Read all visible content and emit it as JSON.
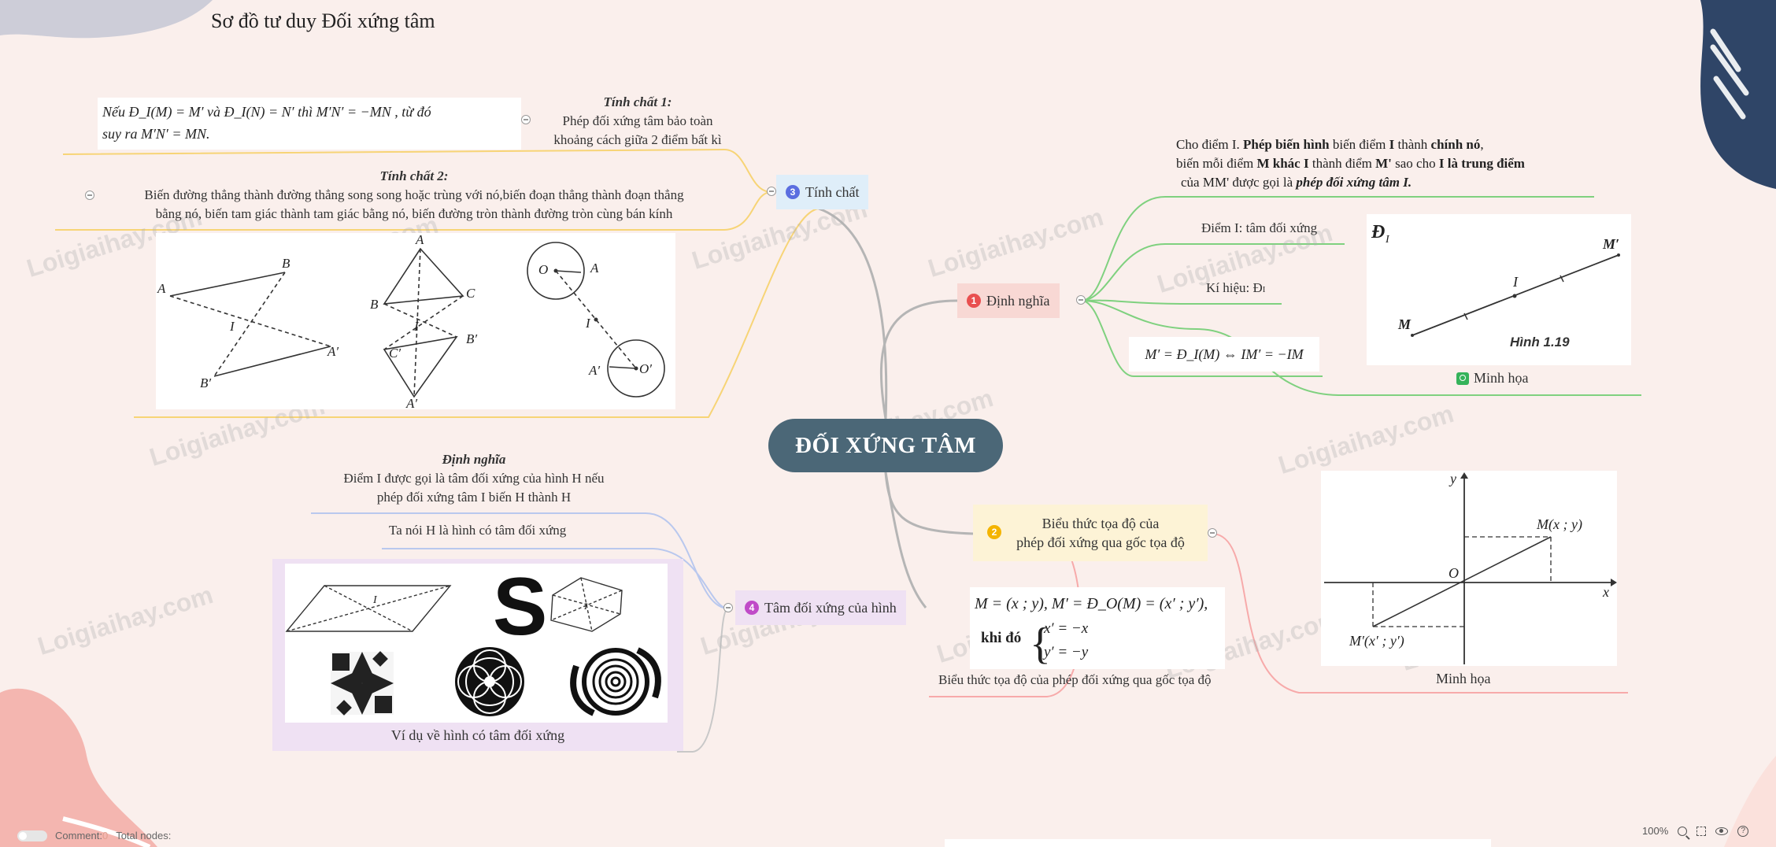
{
  "title": "Sơ đồ tư duy Đối xứng tâm",
  "central": "ĐỐI XỨNG TÂM",
  "watermark": "Loigiaihay.com",
  "colors": {
    "central": "#4b6777",
    "branch1": "#6bc76b",
    "branch2": "#f5a3a3",
    "branch3": "#f7cf6a",
    "branch4": "#b7c8f0",
    "badge1": "#e94f4f",
    "badge2": "#f4b400",
    "badge3": "#5b6ee0",
    "badge4": "#c04bc8"
  },
  "b1": {
    "num": "1",
    "label": "Định nghĩa",
    "def_l1_a": "Cho điểm I. ",
    "def_l1_b": "Phép biến hình",
    "def_l1_c": " biến điểm ",
    "def_l1_d": "I",
    "def_l1_e": " thành ",
    "def_l1_f": "chính nó",
    "def_l1_g": ",",
    "def_l2_a": "biến mỗi điểm ",
    "def_l2_b": "M khác I",
    "def_l2_c": " thành điểm ",
    "def_l2_d": "M'",
    "def_l2_e": " sao cho ",
    "def_l2_f": "I là trung điểm",
    "def_l3_a": "của MM' được gọi là ",
    "def_l3_b": "phép đối xứng tâm I.",
    "center_note": "Điểm I: tâm đối xứng",
    "notation": "Kí hiệu: Đ",
    "notation_sub": "I",
    "formula": "M′ = Đ_I(M) ⇔ IM′ = −IM",
    "illus_label": "Minh họa",
    "illus_caption": "Hình 1.19",
    "illus_pts": {
      "D": "Đ",
      "Dsub": "I",
      "M": "M",
      "I": "I",
      "Mp": "M′"
    }
  },
  "b2": {
    "num": "2",
    "label_l1": "Biểu thức tọa độ của",
    "label_l2": "phép đối xứng qua gốc tọa độ",
    "formula_l1": "M = (x ; y),  M′ = Đ_O(M) = (x′ ; y′),",
    "formula_khi": "khi đó",
    "formula_x": "x′ = −x",
    "formula_y": "y′ = −y",
    "formula_caption": "Biểu thức tọa độ của phép đối xứng qua gốc tọa độ",
    "illus_label": "Minh họa",
    "axes": {
      "x": "x",
      "y": "y",
      "O": "O",
      "M": "M(x ; y)",
      "Mp": "M′(x′ ; y′)"
    }
  },
  "b3": {
    "num": "3",
    "label": "Tính chất",
    "p1_title": "Tính chất 1:",
    "p1_l1": "Phép đối xứng tâm bảo toàn",
    "p1_l2": "khoảng cách giữa 2 điểm bất kì",
    "p1_formula_l1": "Nếu  Đ_I(M) = M′  và  Đ_I(N) = N′  thì  M′N′ = −MN , từ đó",
    "p1_formula_l2": "suy ra M′N′ = MN.",
    "p2_title": "Tính chất 2:",
    "p2_l1": "Biến đường thẳng thành đường thẳng song song hoặc trùng với nó,biến đoạn thẳng thành đoạn thẳng",
    "p2_l2": "bằng nó, biến tam giác thành tam giác bằng nó, biến đường tròn thành đường tròn cùng bán kính",
    "fig": {
      "A": "A",
      "B": "B",
      "C": "C",
      "I": "I",
      "Ap": "A′",
      "Bp": "B′",
      "Cp": "C′",
      "O": "O",
      "Op": "O′"
    }
  },
  "b4": {
    "num": "4",
    "label": "Tâm đối xứng của hình",
    "def_title": "Định nghĩa",
    "def_l1": "Điểm I được gọi là tâm đối xứng của hình H nếu",
    "def_l2": "phép đối xứng tâm I biến H thành H",
    "note": "Ta nói H là hình có tâm đối xứng",
    "examples_caption": "Ví dụ về hình có tâm đối xứng",
    "s_letter": "S",
    "I_label": "I"
  },
  "footer": {
    "comment_label": "Comment:",
    "comment_count": "0",
    "total_label": "Total nodes:",
    "zoom": "100%"
  }
}
